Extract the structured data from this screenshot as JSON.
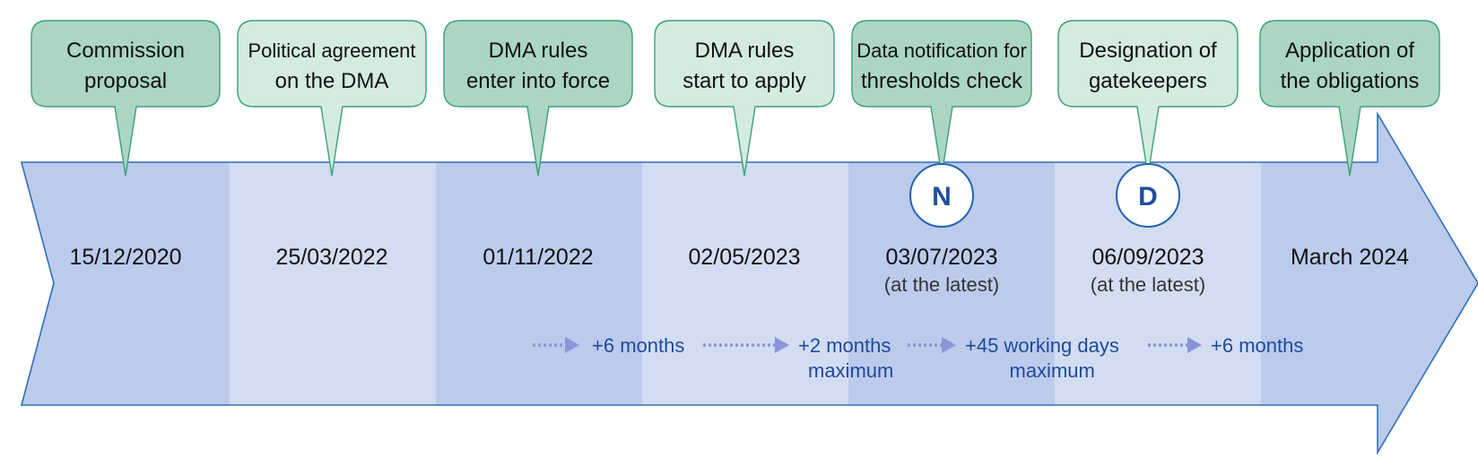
{
  "colors": {
    "band_dark": "#bccbec",
    "band_light": "#d3ddf2",
    "band_outline": "#2e6fb8",
    "callout_dark": "#abd6c3",
    "callout_light": "#d4ebe0",
    "callout_outline": "#3aa079",
    "badge_outline": "#2563b0",
    "duration_text": "#1e4a9a",
    "duration_arrow": "#8a94d6"
  },
  "milestones": [
    {
      "callout": [
        "Commission",
        "proposal"
      ],
      "date": "15/12/2020",
      "note": "",
      "badge": ""
    },
    {
      "callout": [
        "Political agreement",
        "on the DMA"
      ],
      "date": "25/03/2022",
      "note": "",
      "badge": ""
    },
    {
      "callout": [
        "DMA rules",
        "enter into force"
      ],
      "date": "01/11/2022",
      "note": "",
      "badge": ""
    },
    {
      "callout": [
        "DMA rules",
        "start to apply"
      ],
      "date": "02/05/2023",
      "note": "",
      "badge": ""
    },
    {
      "callout": [
        "Data notification for",
        "thresholds check"
      ],
      "date": "03/07/2023",
      "note": "(at the latest)",
      "badge": "N"
    },
    {
      "callout": [
        "Designation of",
        "gatekeepers"
      ],
      "date": "06/09/2023",
      "note": "(at the latest)",
      "badge": "D"
    },
    {
      "callout": [
        "Application of",
        "the obligations"
      ],
      "date": "March 2024",
      "note": "",
      "badge": ""
    }
  ],
  "durations": [
    {
      "lines": [
        "+6 months"
      ]
    },
    {
      "lines": [
        "+2 months",
        "maximum"
      ]
    },
    {
      "lines": [
        "+45 working days",
        "maximum"
      ]
    },
    {
      "lines": [
        "+6 months"
      ]
    }
  ]
}
